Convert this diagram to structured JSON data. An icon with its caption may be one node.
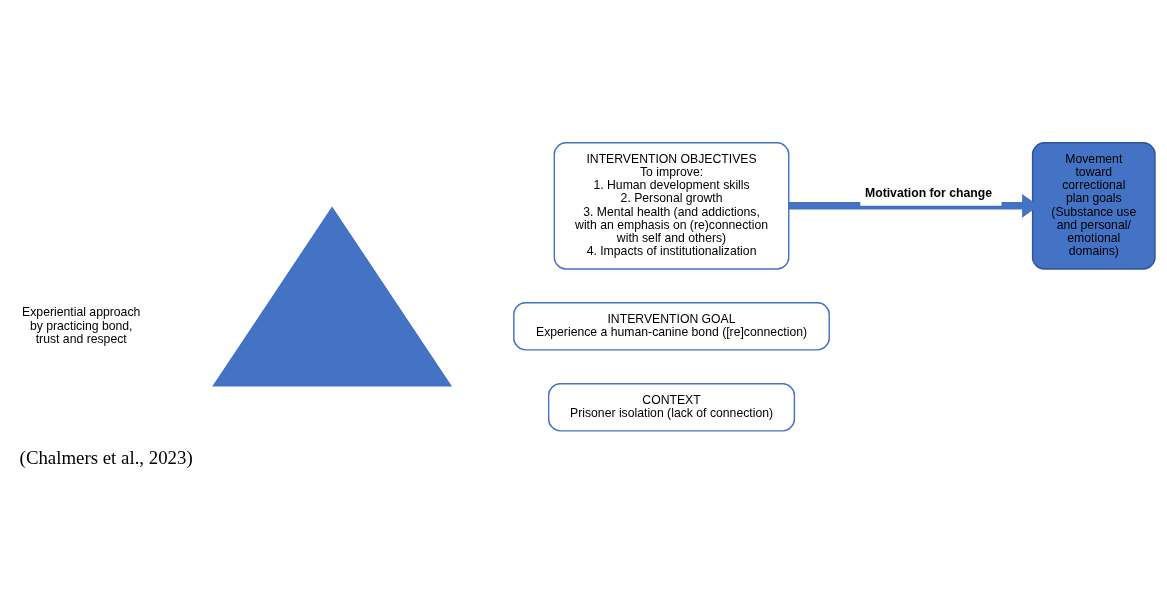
{
  "diagram": {
    "caption": "(Chalmers et al., 2023)",
    "nodes": [
      {
        "text": [],
        "shape": "triangle"
      },
      {
        "text": [
          "INTERVENTION OBJECTIVES",
          "To improve:",
          "1. Human development skills",
          "2. Personal growth",
          "3. Mental health (and addictions, with an emphasis on (re)connection with self and others)",
          "4. Impacts of institutionalization"
        ]
      },
      {
        "text": [
          "INTERVENTION GOAL",
          "Experience a human-canine bond ([re]connection)"
        ]
      },
      {
        "text": [
          "CONTEXT",
          "Prisoner isolation (lack of connection)"
        ]
      },
      {
        "text": [
          "Movement toward correctional plan goals",
          "(Substance use and personal/ emotional domains)"
        ]
      }
    ],
    "edges": [
      {
        "from": 1,
        "to": 4,
        "arrow": "to",
        "label": "Motivation for change"
      }
    ],
    "labels": [
      "Experiential approach by practicing bond, trust and respect"
    ]
  }
}
